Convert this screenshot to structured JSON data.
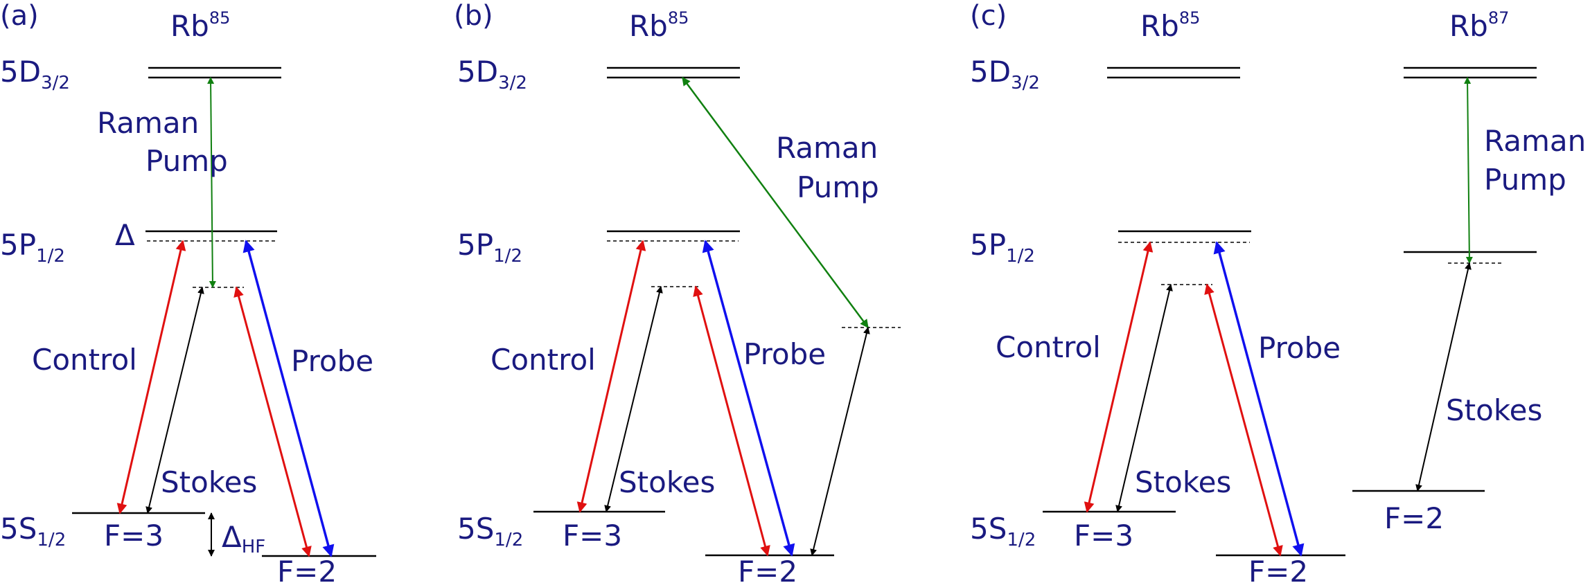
{
  "panels": [
    {
      "label": "(a)",
      "atoms": [
        {
          "name": "Rb",
          "mass": "85"
        }
      ]
    },
    {
      "label": "(b)",
      "atoms": [
        {
          "name": "Rb",
          "mass": "85"
        }
      ]
    },
    {
      "label": "(c)",
      "atoms": [
        {
          "name": "Rb",
          "mass": "85"
        },
        {
          "name": "Rb",
          "mass": "87"
        }
      ]
    }
  ],
  "levels": {
    "d": {
      "main": "5D",
      "sub": "3/2"
    },
    "p": {
      "main": "5P",
      "sub": "1/2"
    },
    "s": {
      "main": "5S",
      "sub": "1/2"
    }
  },
  "hyperfine": {
    "upper": "F=3",
    "lower": "F=2"
  },
  "detuning": {
    "delta": "Δ",
    "hf_main": "Δ",
    "hf_sub": "HF"
  },
  "beams": {
    "raman_line1": "Raman",
    "raman_line2": "Pump",
    "control": "Control",
    "probe": "Probe",
    "stokes": "Stokes"
  },
  "colors": {
    "level_line": "#000000",
    "text": "#1a1a80",
    "control": "#e01010",
    "probe": "#1010ee",
    "stokes": "#000000",
    "raman": "#108010"
  }
}
